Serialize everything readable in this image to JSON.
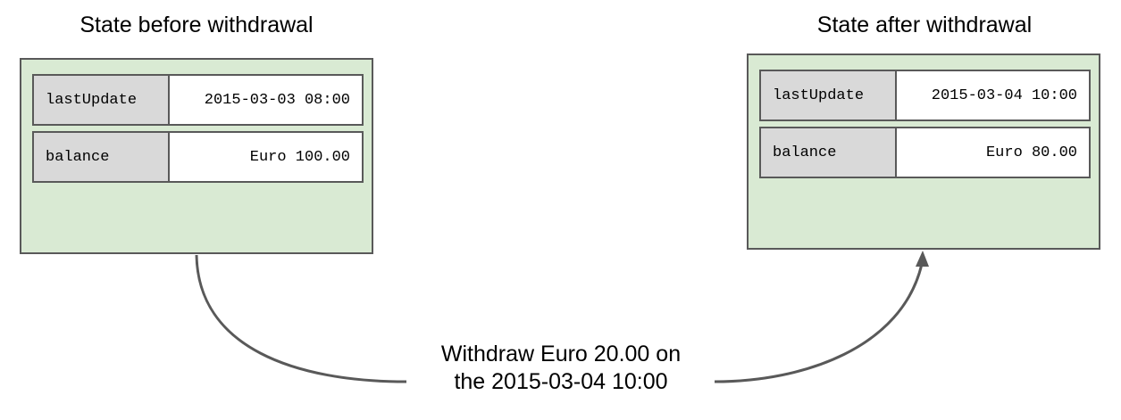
{
  "before": {
    "title": "State before withdrawal",
    "fields": [
      {
        "key": "lastUpdate",
        "value": "2015-03-03 08:00"
      },
      {
        "key": "balance",
        "value": "Euro 100.00"
      }
    ]
  },
  "after": {
    "title": "State after withdrawal",
    "fields": [
      {
        "key": "lastUpdate",
        "value": "2015-03-04 10:00"
      },
      {
        "key": "balance",
        "value": "Euro 80.00"
      }
    ]
  },
  "transition": {
    "line1": "Withdraw Euro 20.00 on",
    "line2": "the 2015-03-04 10:00"
  },
  "colors": {
    "box_fill": "#d9ead3",
    "key_fill": "#d9d9d9",
    "border": "#595959",
    "arrow": "#595959"
  }
}
